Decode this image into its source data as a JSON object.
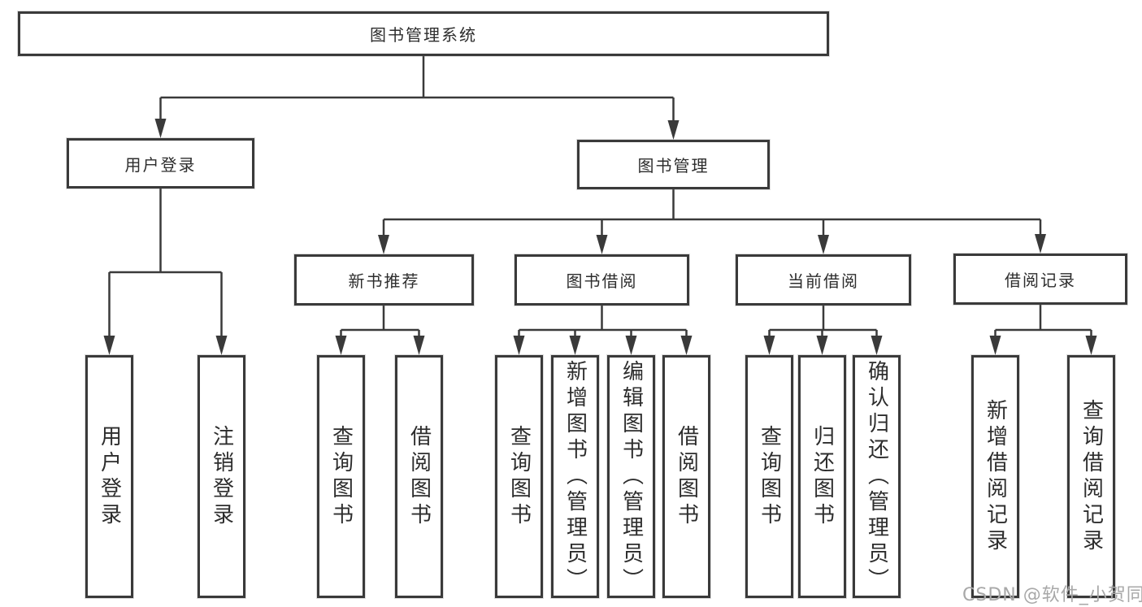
{
  "tree": {
    "root": "图书管理系统",
    "user_login": {
      "label": "用户登录",
      "children": [
        "用户登录",
        "注销登录"
      ]
    },
    "book_management": {
      "label": "图书管理",
      "groups": [
        {
          "label": "新书推荐",
          "children": [
            "查询图书",
            "借阅图书"
          ]
        },
        {
          "label": "图书借阅",
          "children": [
            "查询图书",
            "新增图书（管理员）",
            "编辑图书（管理员）",
            "借阅图书"
          ]
        },
        {
          "label": "当前借阅",
          "children": [
            "查询图书",
            "归还图书",
            "确认归还（管理员）"
          ]
        },
        {
          "label": "借阅记录",
          "children": [
            "新增借阅记录",
            "查询借阅记录"
          ]
        }
      ]
    }
  },
  "watermark": "CSDN @软件_小贺同学",
  "colors": {
    "line": "#3a3a3a",
    "box_border": "#3a3a3a",
    "box_background": "#ffffff",
    "text": "#2d2d2d",
    "watermark": "#a8a8a8",
    "page_background": "#ffffff"
  }
}
